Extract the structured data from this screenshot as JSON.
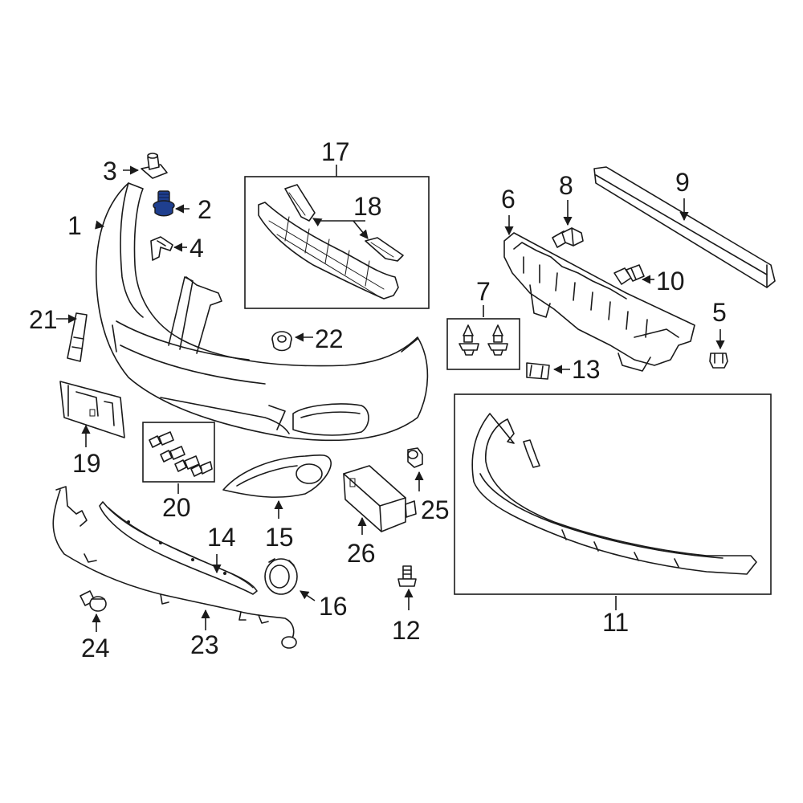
{
  "diagram": {
    "highlight_color": "#1f3f8f",
    "line_color": "#1a1a1a",
    "callouts": {
      "c1": "1",
      "c2": "2",
      "c3": "3",
      "c4": "4",
      "c5": "5",
      "c6": "6",
      "c7": "7",
      "c8": "8",
      "c9": "9",
      "c10": "10",
      "c11": "11",
      "c12": "12",
      "c13": "13",
      "c14": "14",
      "c15": "15",
      "c16": "16",
      "c17": "17",
      "c18": "18",
      "c19": "19",
      "c20": "20",
      "c21": "21",
      "c22": "22",
      "c23": "23",
      "c24": "24",
      "c25": "25",
      "c26": "26"
    }
  }
}
